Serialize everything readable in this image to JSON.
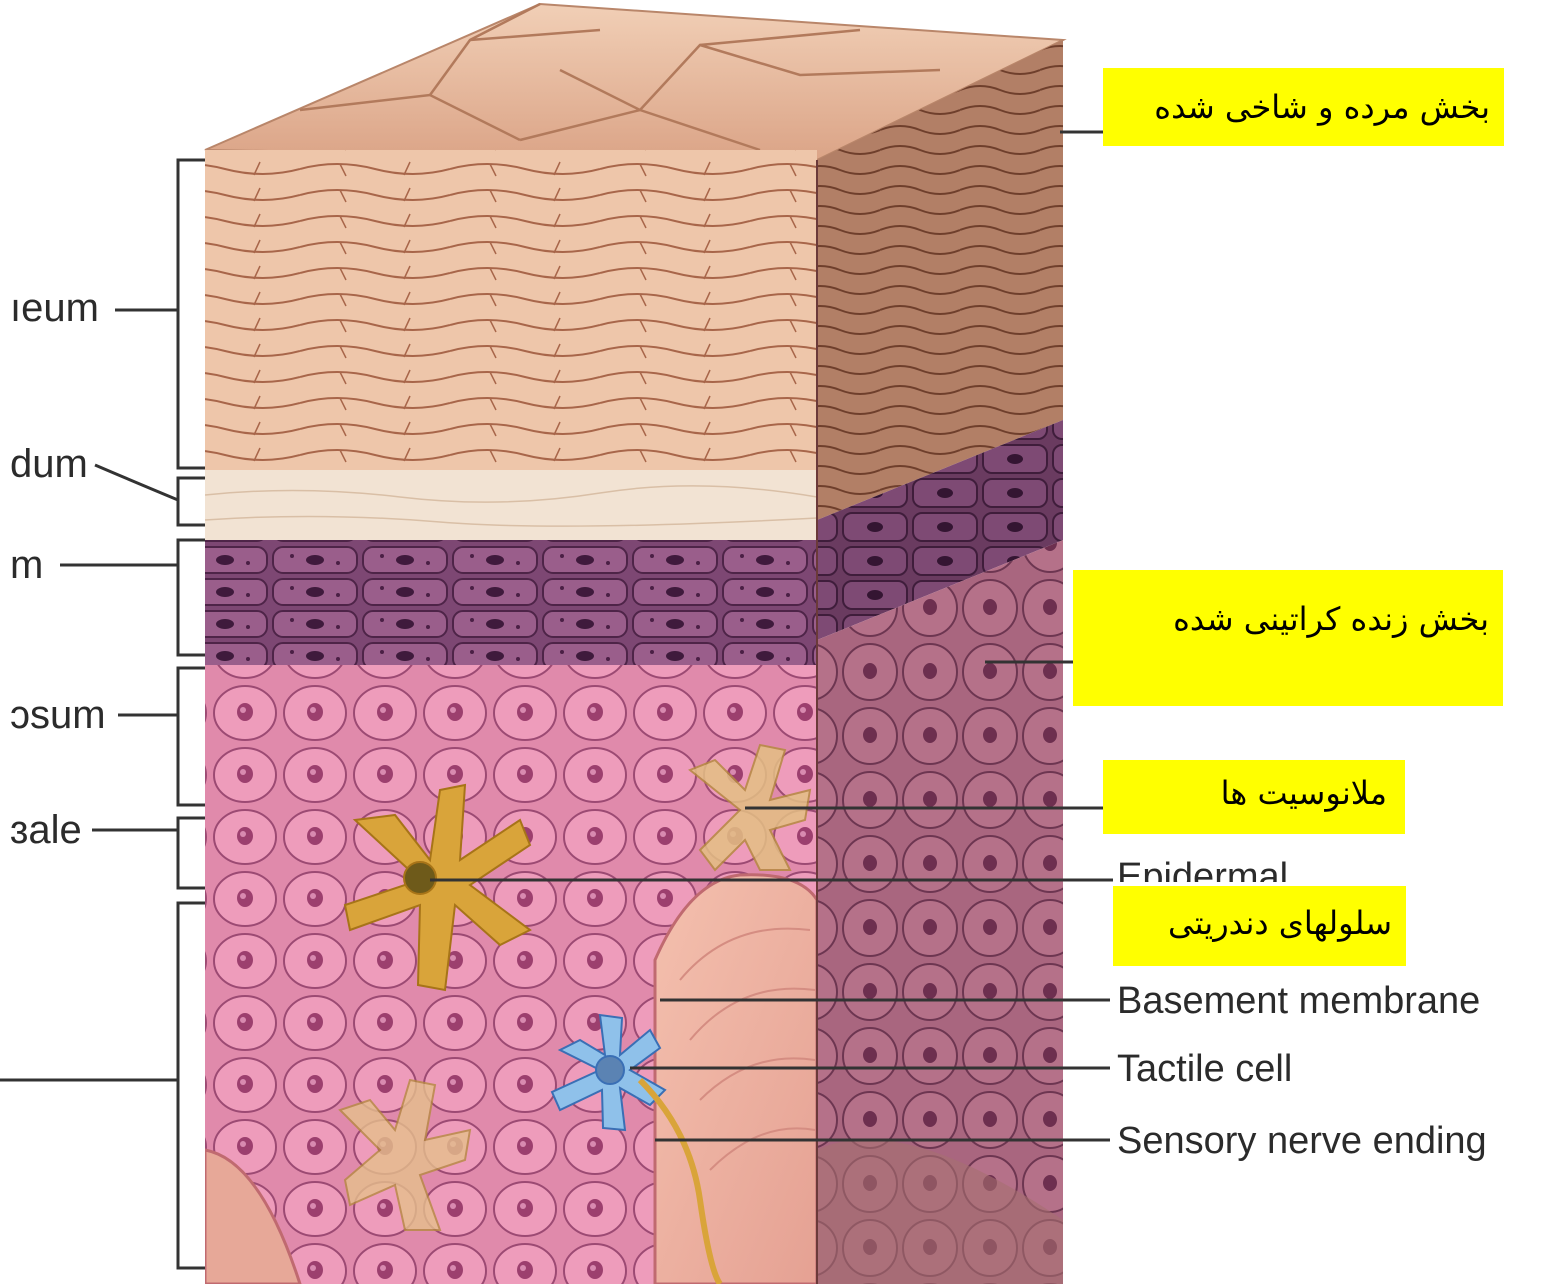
{
  "left_labels": [
    {
      "id": "corneum",
      "text": "ıeum"
    },
    {
      "id": "lucidum",
      "text": "dum"
    },
    {
      "id": "granulosum",
      "text": "m"
    },
    {
      "id": "spinosum",
      "text": "ɔsum"
    },
    {
      "id": "basale",
      "text": "ɜale"
    }
  ],
  "right_labels": [
    {
      "id": "epidermal",
      "text": "Epidermal"
    },
    {
      "id": "basement",
      "text": "Basement membrane"
    },
    {
      "id": "tactile",
      "text": "Tactile cell"
    },
    {
      "id": "sensory",
      "text": "Sensory nerve ending"
    }
  ],
  "persian_labels": {
    "dead_layer": "بخش مرده و شاخی شده",
    "living_layer": "بخش زنده کراتینی شده",
    "melanocytes": "ملانوسیت ها",
    "dendritic_cells": "سلولهای دندریتی"
  },
  "colors": {
    "corneum": "#e3b596",
    "lucidum": "#f1e2d2",
    "granulosum": "#8a4e7c",
    "spinosum": "#df8aaa",
    "dermis": "#e9aa98",
    "melanocyte": "#d9a43a",
    "tactile_cell": "#8fc1ea",
    "highlight": "#ffff00",
    "line": "#333333"
  }
}
